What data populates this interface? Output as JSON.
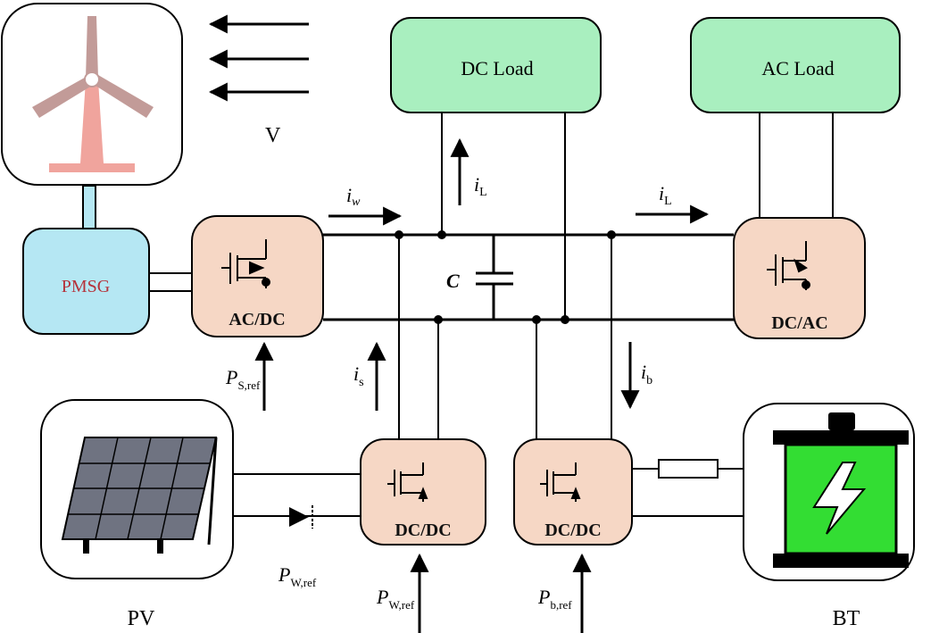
{
  "labels": {
    "wind_speed": "V",
    "pmsg": "PMSG",
    "ac_dc": "AC/DC",
    "dc_dc_pv": "DC/DC",
    "dc_dc_bt": "DC/DC",
    "dc_ac": "DC/AC",
    "dc_load": "DC Load",
    "ac_load": "AC Load",
    "capacitor": "C",
    "pv": "PV",
    "bt": "BT"
  },
  "currents": {
    "i_w": {
      "main": "i",
      "sub": "w"
    },
    "i_L_dc": {
      "main": "i",
      "sub": "L"
    },
    "i_L_ac": {
      "main": "i",
      "sub": "L"
    },
    "i_s": {
      "main": "i",
      "sub": "s"
    },
    "i_b": {
      "main": "i",
      "sub": "b"
    }
  },
  "references": {
    "ps_ref": {
      "main": "P",
      "sub": "S,ref"
    },
    "pw_ref_pv": {
      "main": "P",
      "sub": "W,ref"
    },
    "pw_ref_conv": {
      "main": "P",
      "sub": "W,ref"
    },
    "pb_ref": {
      "main": "P",
      "sub": "b,ref"
    }
  },
  "colors": {
    "converter_fill": "#f6d7c5",
    "load_fill": "#a9efbf",
    "pmsg_fill": "#b5e7f3",
    "pmsg_text": "#b5323a",
    "turbine_blade": "#c29b98",
    "turbine_tower": "#f0a49d",
    "battery_green": "#33dd33",
    "pv_panel": "#6f7381"
  }
}
